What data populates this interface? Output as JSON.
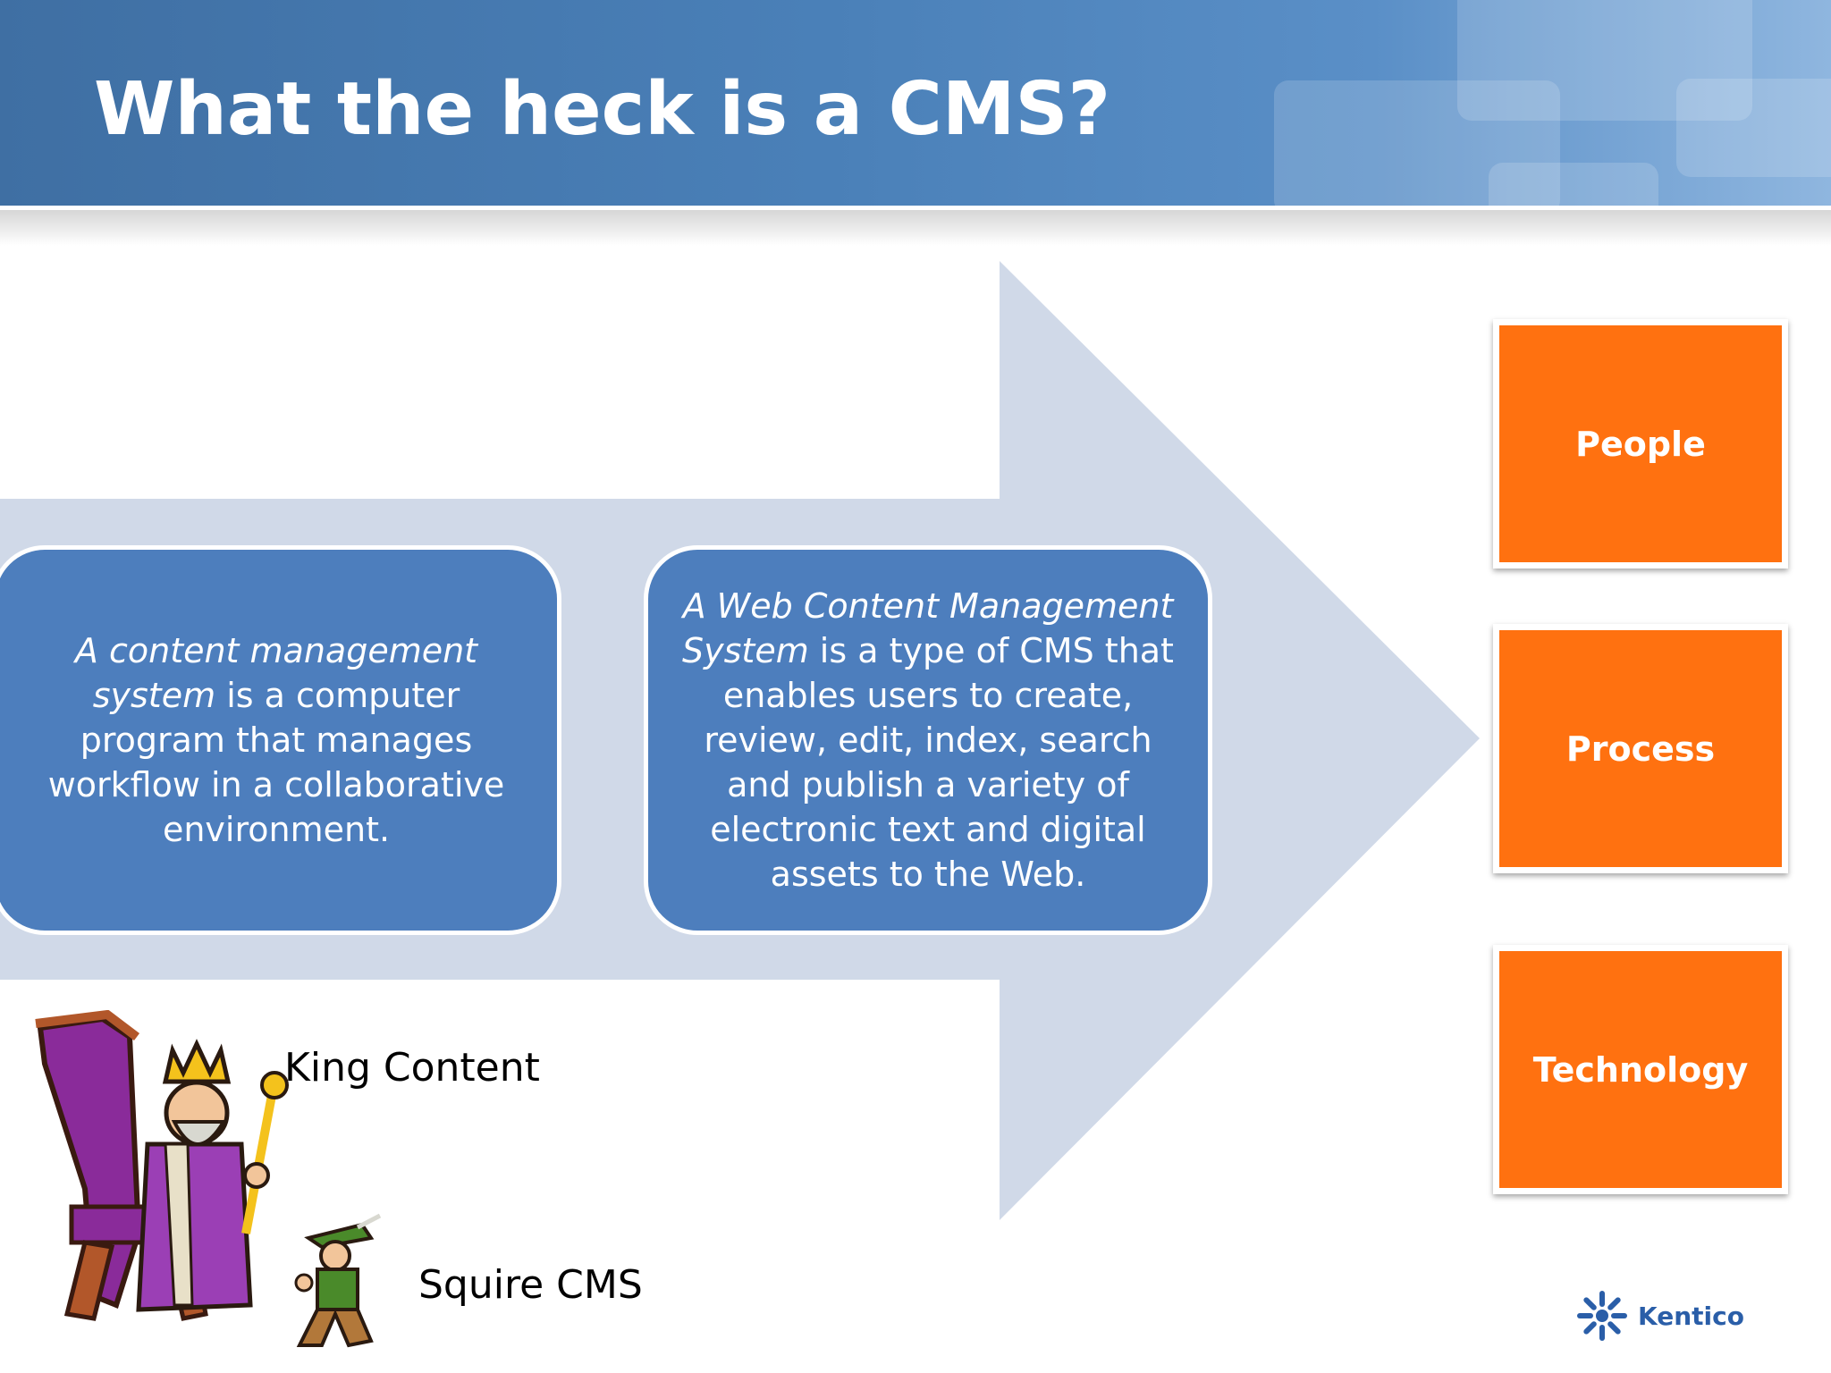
{
  "slide": {
    "title": "What the heck is a CMS?",
    "definitions": [
      {
        "italic": "A content management system",
        "rest": " is a computer program that manages workflow in a collaborative environment."
      },
      {
        "italic": "A Web Content Management System",
        "rest": " is a type of CMS that enables users to create, review, edit, index, search and publish a variety of electronic text and digital assets to the Web."
      }
    ],
    "pillars": [
      "People",
      "Process",
      "Technology"
    ],
    "captions": {
      "king": "King Content",
      "squire": "Squire CMS"
    },
    "logo": {
      "text": "Kentico",
      "icon": "kentico-flower-icon"
    }
  },
  "colors": {
    "header": "#4a80b8",
    "arrow": "#d0d9e8",
    "definition_box": "#4d7ebd",
    "pillar_box": "#ff7110",
    "logo": "#2a5ea8"
  }
}
